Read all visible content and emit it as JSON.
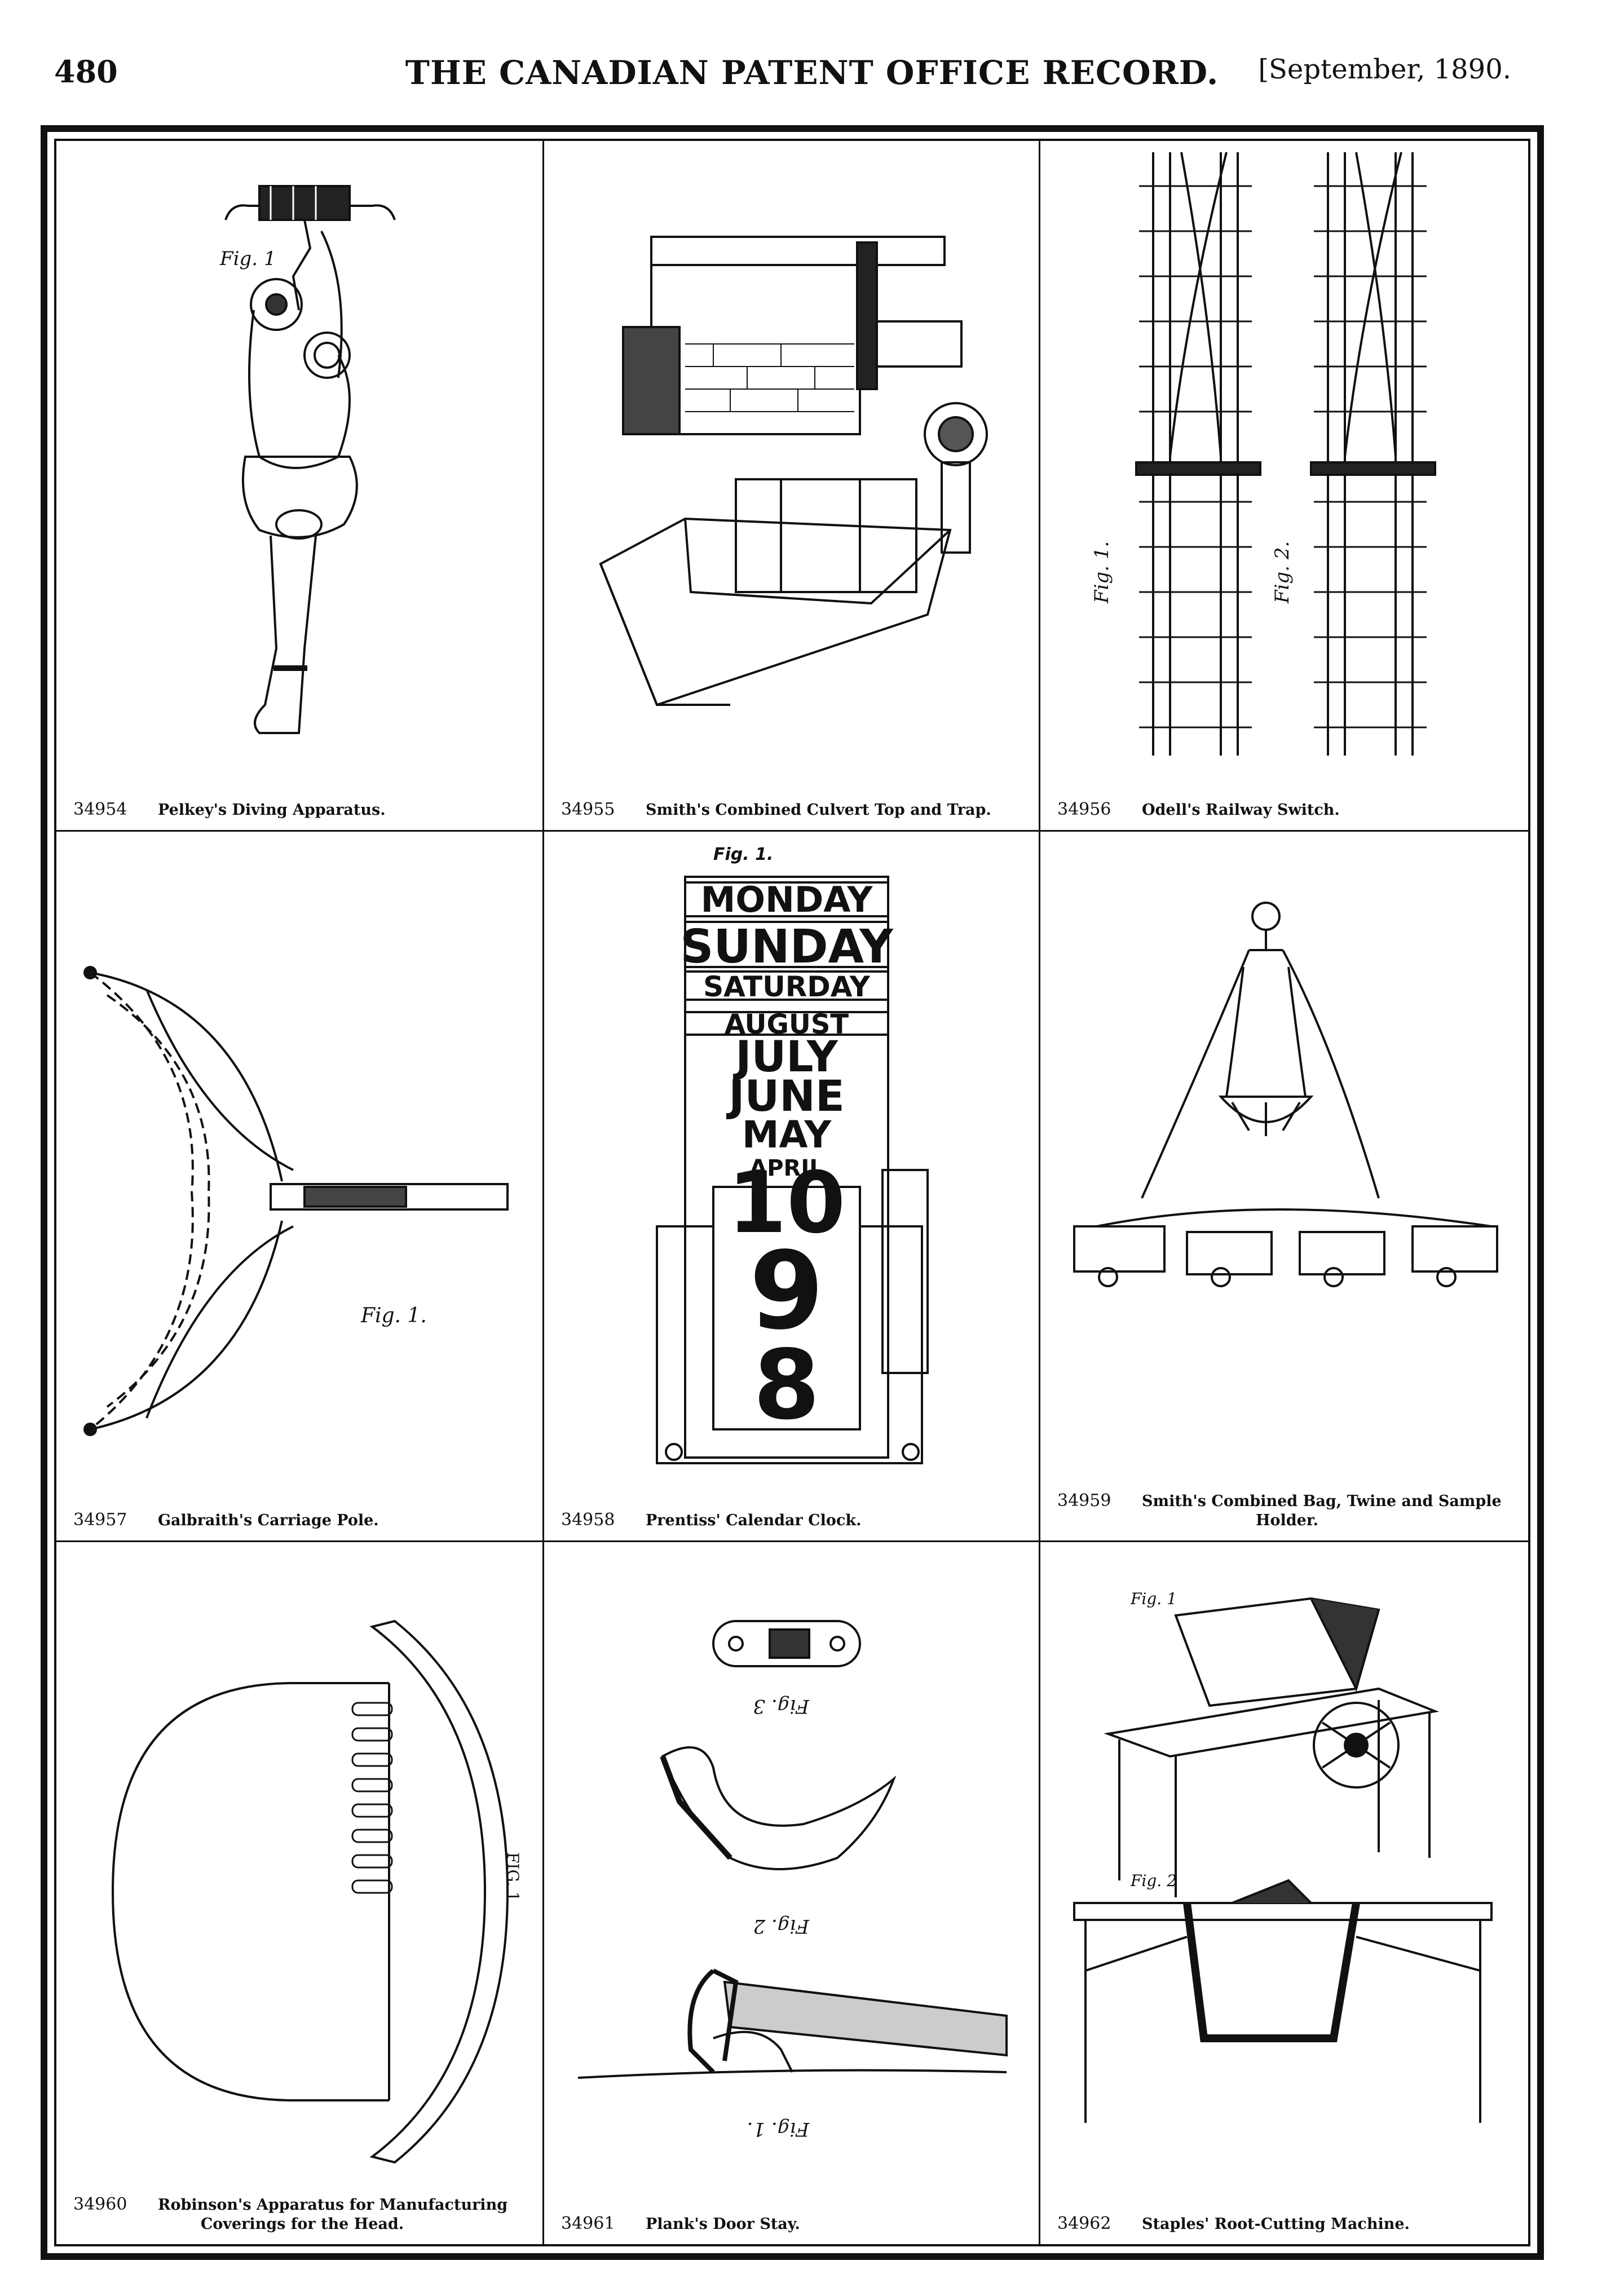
{
  "header": {
    "page_number": "480",
    "title": "THE CANADIAN PATENT OFFICE RECORD.",
    "date": "[September, 1890."
  },
  "patents": [
    {
      "number": "34954",
      "caption": "Pelkey's Diving Apparatus."
    },
    {
      "number": "34955",
      "caption": "Smith's Combined Culvert Top and Trap."
    },
    {
      "number": "34956",
      "caption": "Odell's Railway Switch."
    },
    {
      "number": "34957",
      "caption": "Galbraith's Carriage Pole."
    },
    {
      "number": "34958",
      "caption": "Prentiss' Calendar Clock."
    },
    {
      "number": "34959",
      "caption": "Smith's Combined Bag, Twine and Sample",
      "caption2": "Holder."
    },
    {
      "number": "34960",
      "caption": "Robinson's Apparatus for Manufacturing",
      "caption2": "Coverings for the Head."
    },
    {
      "number": "34961",
      "caption": "Plank's Door Stay."
    },
    {
      "number": "34962",
      "caption": "Staples' Root-Cutting Machine."
    }
  ],
  "figure_labels": {
    "diving": "Fig. 1",
    "railway_fig1": "Fig. 1.",
    "railway_fig2": "Fig. 2.",
    "pole": "Fig. 1.",
    "clock": "Fig. 1.",
    "robinson": "FIG. 1",
    "door_fig1": "Fig. 1.",
    "door_fig2": "Fig. 2",
    "door_fig3": "Fig. 3",
    "root_fig1": "Fig. 1",
    "root_fig2": "Fig. 2"
  },
  "calendar": {
    "days": [
      "MONDAY",
      "SUNDAY",
      "SATURDAY"
    ],
    "months": [
      "AUGUST",
      "JULY",
      "JUNE",
      "MAY",
      "APRIL"
    ],
    "dates": [
      "10",
      "9",
      "8"
    ]
  }
}
